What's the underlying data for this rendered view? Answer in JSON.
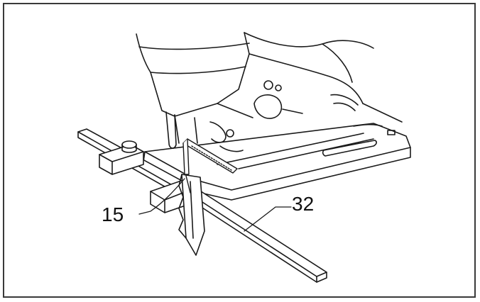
{
  "figure": {
    "callouts": [
      {
        "id": "15",
        "label": "15"
      },
      {
        "id": "32",
        "label": "32"
      }
    ],
    "colors": {
      "line": "#1a1a1a",
      "fill": "#ffffff",
      "shade": "#cfcfcf",
      "border": "#3a3a3a"
    }
  }
}
